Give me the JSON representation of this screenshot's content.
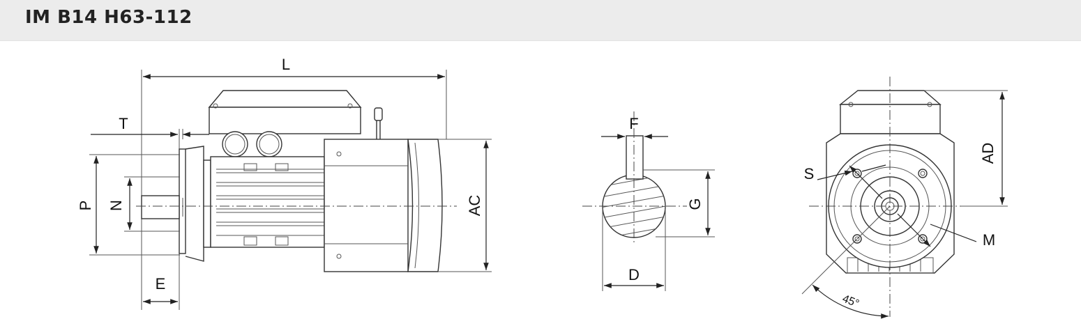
{
  "header": {
    "title": "IM B14 H63-112"
  },
  "labels": {
    "L": "L",
    "T": "T",
    "P": "P",
    "N": "N",
    "E": "E",
    "AC": "AC",
    "F": "F",
    "G": "G",
    "D": "D",
    "S": "S",
    "AD": "AD",
    "M": "M",
    "angle": "45°"
  }
}
